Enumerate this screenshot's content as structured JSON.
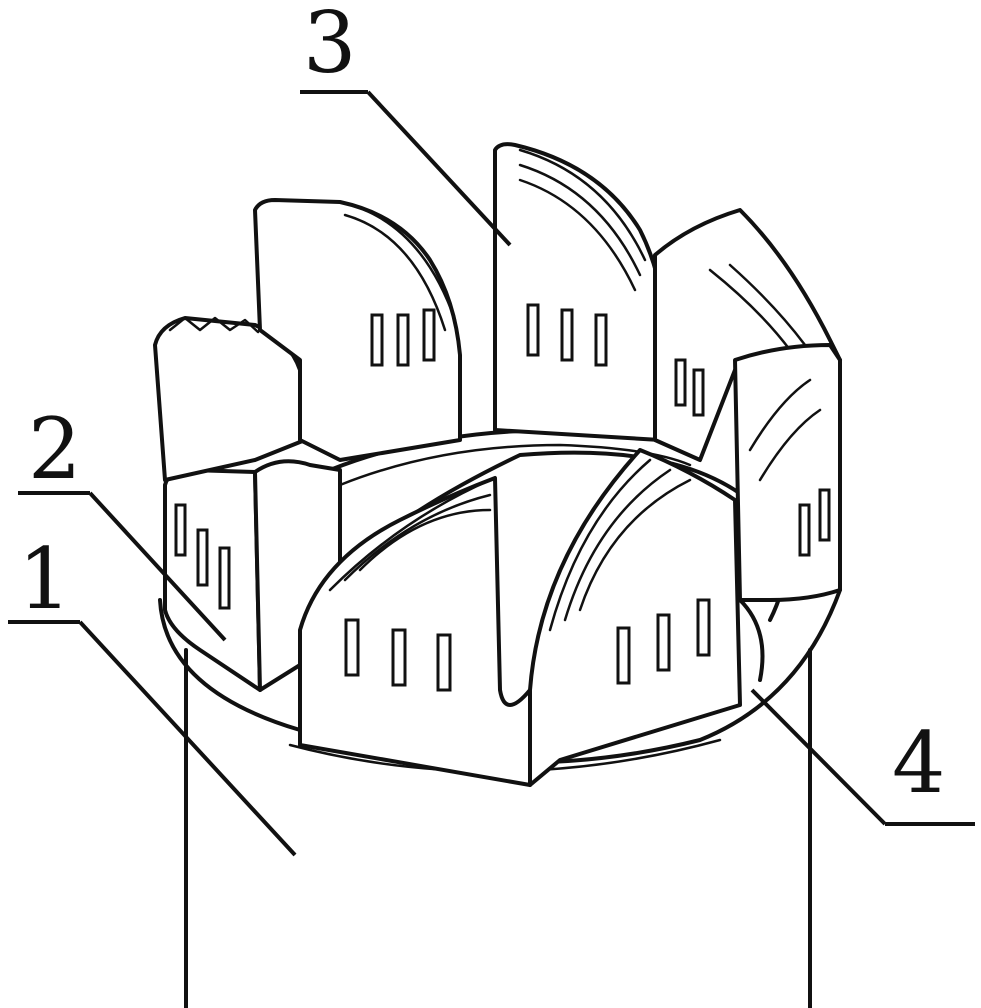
{
  "figure": {
    "callouts": [
      {
        "id": "1",
        "label": "1"
      },
      {
        "id": "2",
        "label": "2"
      },
      {
        "id": "3",
        "label": "3"
      },
      {
        "id": "4",
        "label": "4"
      }
    ],
    "line_color": "#111111",
    "background": "#ffffff"
  }
}
